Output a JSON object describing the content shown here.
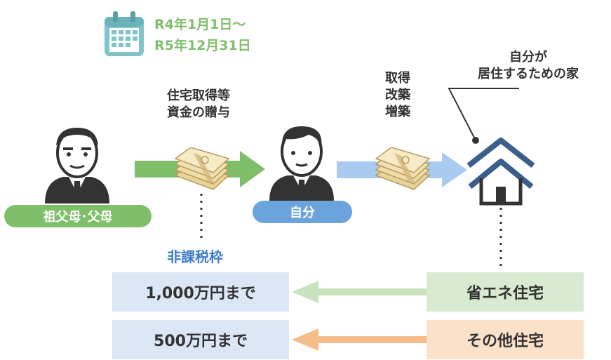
{
  "period": {
    "line1": "R4年1月1日～",
    "line2": "R5年12月31日"
  },
  "donor_label": "祖父母･父母",
  "gift_label": {
    "line1": "住宅取得等",
    "line2": "資金の贈与"
  },
  "self_label": "自分",
  "acquire_label": {
    "line1": "取得",
    "line2": "改築",
    "line3": "増築"
  },
  "house_label": {
    "line1": "自分が",
    "line2": "居住するための家"
  },
  "exemption_title": "非課税枠",
  "rows": [
    {
      "amount": "1,000万円まで",
      "type": "省エネ住宅"
    },
    {
      "amount": "500万円まで",
      "type": "その他住宅"
    }
  ],
  "colors": {
    "green": "#7fbf6a",
    "blue": "#6ba3dc",
    "light_blue": "#dbe7f5",
    "light_green": "#d8ebd2",
    "light_orange": "#fbe1c9",
    "orange": "#f6bc8a",
    "house": "#3b5e8a"
  },
  "icons": [
    "calendar-icon",
    "grandparent-icon",
    "money-bundle-icon",
    "person-icon",
    "house-icon"
  ]
}
